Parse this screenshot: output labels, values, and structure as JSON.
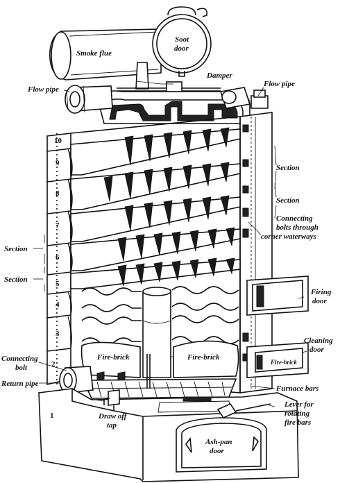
{
  "labels": {
    "smoke_flue": "Smoke flue",
    "soot_door_1": "Soot",
    "soot_door_2": "door",
    "damper": "Damper",
    "flow_pipe_left": "Flow pipe",
    "flow_pipe_right": "Flow pipe",
    "section_right_1": "Section",
    "section_right_2": "Section",
    "connecting_bolts_1": "Connecting",
    "connecting_bolts_2": "bolts through",
    "connecting_bolts_3": "corner waterways",
    "section_left_1": "Section",
    "section_left_2": "Section",
    "firing_door_1": "Firing",
    "firing_door_2": "door",
    "cleaning_door_1": "Cleaning",
    "cleaning_door_2": "door",
    "fire_brick_door": "Fire-brick",
    "connecting_bolt_1": "Connecting",
    "connecting_bolt_2": "bolt",
    "return_pipe": "Return pipe",
    "fire_brick_left": "Fire-brick",
    "fire_brick_right": "Fire-brick",
    "furnace_bars": "Furnace bars",
    "draw_off_tap_1": "Draw off",
    "draw_off_tap_2": "tap",
    "lever_1": "Lever for",
    "lever_2": "rotating",
    "lever_3": "fire bars",
    "ash_pan_door_1": "Ash-pan",
    "ash_pan_door_2": "door"
  },
  "section_numbers": [
    "10",
    "9",
    "8",
    "7",
    "6",
    "5",
    "4",
    "3",
    "2",
    "1"
  ]
}
